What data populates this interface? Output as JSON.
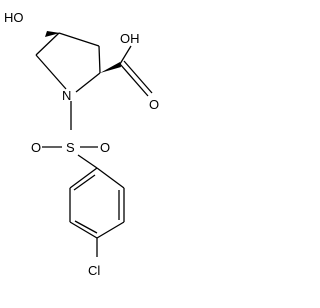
{
  "molecule": {
    "labels": {
      "hydroxyl": "HO",
      "carboxyl": "OH",
      "carbonyl_oxygen": "O",
      "nitrogen": "N",
      "sulfur": "S",
      "sulfonyl_oxygen_left": "O",
      "sulfonyl_oxygen_right": "O",
      "chlorine": "Cl"
    },
    "colors": {
      "bond": "#000000",
      "text": "#000000",
      "background": "#ffffff"
    }
  }
}
